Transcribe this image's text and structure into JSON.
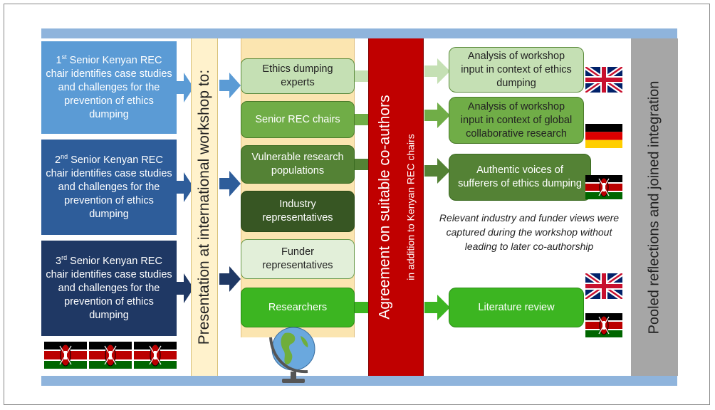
{
  "kenyan_chairs": [
    {
      "ordinal": "1",
      "suffix": "st",
      "text": " Senior Kenyan REC chair identifies case studies and challenges for the prevention of ethics dumping",
      "color": "#5b9bd5"
    },
    {
      "ordinal": "2",
      "suffix": "nd",
      "text": " Senior Kenyan REC chair identifies case studies and challenges for the prevention of ethics dumping",
      "color": "#2e5d9a"
    },
    {
      "ordinal": "3",
      "suffix": "rd",
      "text": " Senior Kenyan REC chair identifies case studies and challenges for the prevention of ethics dumping",
      "color": "#1f3864"
    }
  ],
  "presentation_label": "Presentation at  international workshop to:",
  "workshop_groups": [
    {
      "label": "Ethics dumping experts",
      "bg": "#c5e0b4",
      "fg": "#222222"
    },
    {
      "label": "Senior REC chairs",
      "bg": "#70ad47",
      "fg": "#ffffff"
    },
    {
      "label": "Vulnerable research populations",
      "bg": "#548235",
      "fg": "#ffffff"
    },
    {
      "label": "Industry representatives",
      "bg": "#375623",
      "fg": "#ffffff"
    },
    {
      "label": "Funder representatives",
      "bg": "#e2efd9",
      "fg": "#222222"
    },
    {
      "label": "Researchers",
      "bg": "#3cb521",
      "fg": "#ffffff"
    }
  ],
  "agreement": {
    "title": "Agreement on suitable co-authors",
    "subtitle": "in addition to Kenyan REC chairs"
  },
  "outputs": [
    {
      "label": "Analysis of workshop input in context of ethics dumping",
      "bg": "#c5e0b4",
      "fg": "#222222"
    },
    {
      "label": "Analysis of workshop input in context of global collaborative research",
      "bg": "#70ad47",
      "fg": "#222222"
    },
    {
      "label": "Authentic voices of sufferers of ethics dumping",
      "bg": "#548235",
      "fg": "#ffffff"
    },
    {
      "label": "Literature review",
      "bg": "#3cb521",
      "fg": "#ffffff"
    }
  ],
  "industry_note": "Relevant industry and funder views were captured during the workshop without leading to later co-authorship",
  "pooled_label": "Pooled reflections and joined integration",
  "icons": {
    "uk_flag": "uk-flag-icon",
    "germany_flag": "germany-flag-icon",
    "kenya_flag": "kenya-flag-icon",
    "globe": "globe-icon"
  }
}
